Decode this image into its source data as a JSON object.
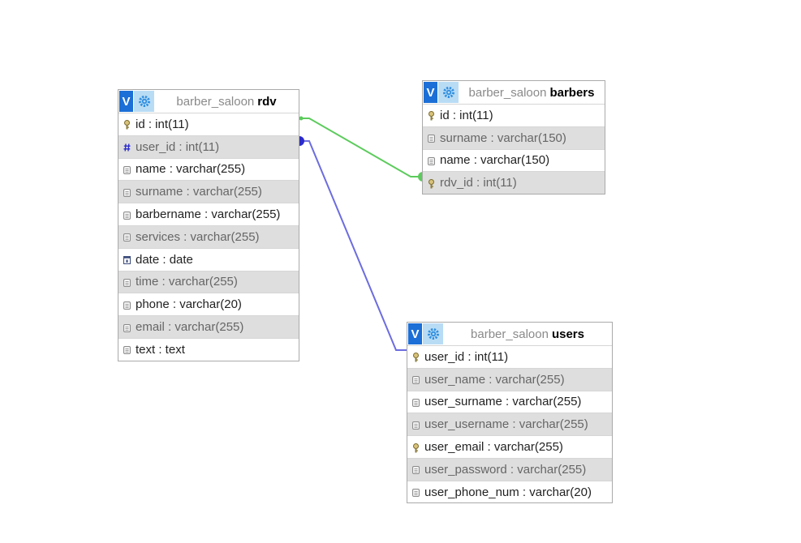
{
  "colors": {
    "relation_rdv_barbers": "#5ccb5c",
    "relation_rdv_users": "#6c6ce0",
    "header_view_button": "#1c6fd6",
    "header_gear_button": "#b9dcf5",
    "alt_row": "#dedede"
  },
  "tables": {
    "rdv": {
      "database": "barber_saloon",
      "name": "rdv",
      "columns": [
        {
          "text": "id : int(11)",
          "icon": "key-icon"
        },
        {
          "text": "user_id : int(11)",
          "icon": "hash-icon"
        },
        {
          "text": "name : varchar(255)",
          "icon": "field-icon"
        },
        {
          "text": "surname : varchar(255)",
          "icon": "field-icon"
        },
        {
          "text": "barbername : varchar(255)",
          "icon": "field-icon"
        },
        {
          "text": "services : varchar(255)",
          "icon": "field-icon"
        },
        {
          "text": "date : date",
          "icon": "calendar-icon"
        },
        {
          "text": "time : varchar(255)",
          "icon": "field-icon"
        },
        {
          "text": "phone : varchar(20)",
          "icon": "field-icon"
        },
        {
          "text": "email : varchar(255)",
          "icon": "field-icon"
        },
        {
          "text": "text : text",
          "icon": "field-icon"
        }
      ]
    },
    "barbers": {
      "database": "barber_saloon",
      "name": "barbers",
      "columns": [
        {
          "text": "id : int(11)",
          "icon": "key-icon"
        },
        {
          "text": "surname : varchar(150)",
          "icon": "field-icon"
        },
        {
          "text": "name : varchar(150)",
          "icon": "field-icon"
        },
        {
          "text": "rdv_id : int(11)",
          "icon": "key-icon"
        }
      ]
    },
    "users": {
      "database": "barber_saloon",
      "name": "users",
      "columns": [
        {
          "text": "user_id : int(11)",
          "icon": "key-icon"
        },
        {
          "text": "user_name : varchar(255)",
          "icon": "field-icon"
        },
        {
          "text": "user_surname : varchar(255)",
          "icon": "field-icon"
        },
        {
          "text": "user_username : varchar(255)",
          "icon": "field-icon"
        },
        {
          "text": "user_email : varchar(255)",
          "icon": "key-icon"
        },
        {
          "text": "user_password : varchar(255)",
          "icon": "field-icon"
        },
        {
          "text": "user_phone_num : varchar(20)",
          "icon": "field-icon"
        }
      ]
    }
  },
  "header_buttons": {
    "view_label": "V",
    "view_icon": "view-icon",
    "options_icon": "gear-icon"
  },
  "relations": [
    {
      "from": "rdv.id",
      "to": "barbers.rdv_id"
    },
    {
      "from": "rdv.user_id",
      "to": "users.user_id"
    }
  ]
}
